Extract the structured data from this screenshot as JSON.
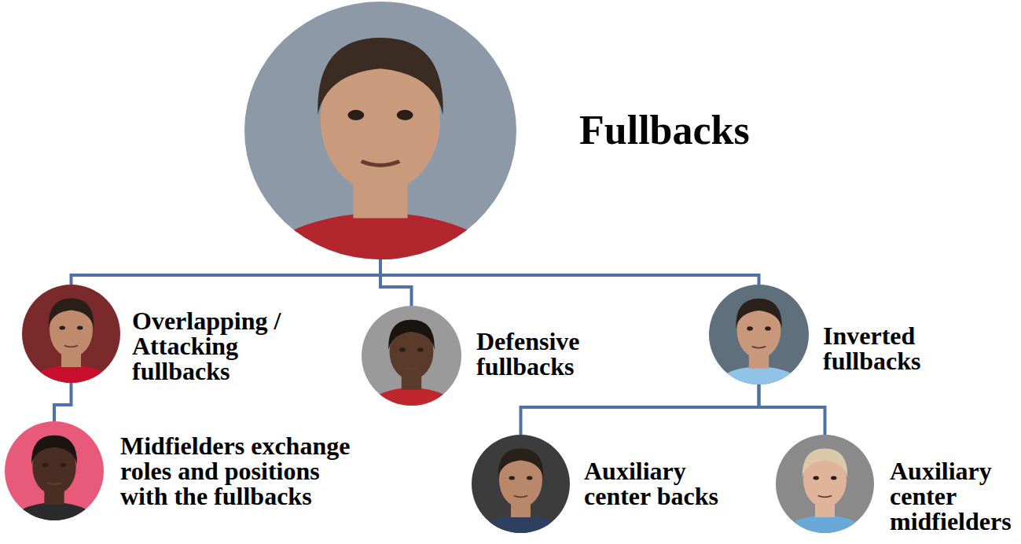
{
  "diagram": {
    "nodes": [
      {
        "text": [
          "Fullbacks"
        ]
      },
      {
        "text": [
          "Overlapping / Attacking fullbacks"
        ]
      },
      {
        "text": [
          "Defensive fullbacks"
        ]
      },
      {
        "text": [
          "Inverted fullbacks"
        ]
      },
      {
        "text": [
          "Midfielders exchange roles and positions with the fullbacks"
        ]
      },
      {
        "text": [
          "Auxiliary center backs"
        ]
      },
      {
        "text": [
          "Auxiliary center midfielders"
        ]
      }
    ],
    "edges": [
      {
        "from": 0,
        "to": 1,
        "arrow": "none"
      },
      {
        "from": 0,
        "to": 2,
        "arrow": "none"
      },
      {
        "from": 0,
        "to": 3,
        "arrow": "none"
      },
      {
        "from": 1,
        "to": 4,
        "arrow": "none"
      },
      {
        "from": 3,
        "to": 5,
        "arrow": "none"
      },
      {
        "from": 3,
        "to": 6,
        "arrow": "none"
      }
    ]
  }
}
